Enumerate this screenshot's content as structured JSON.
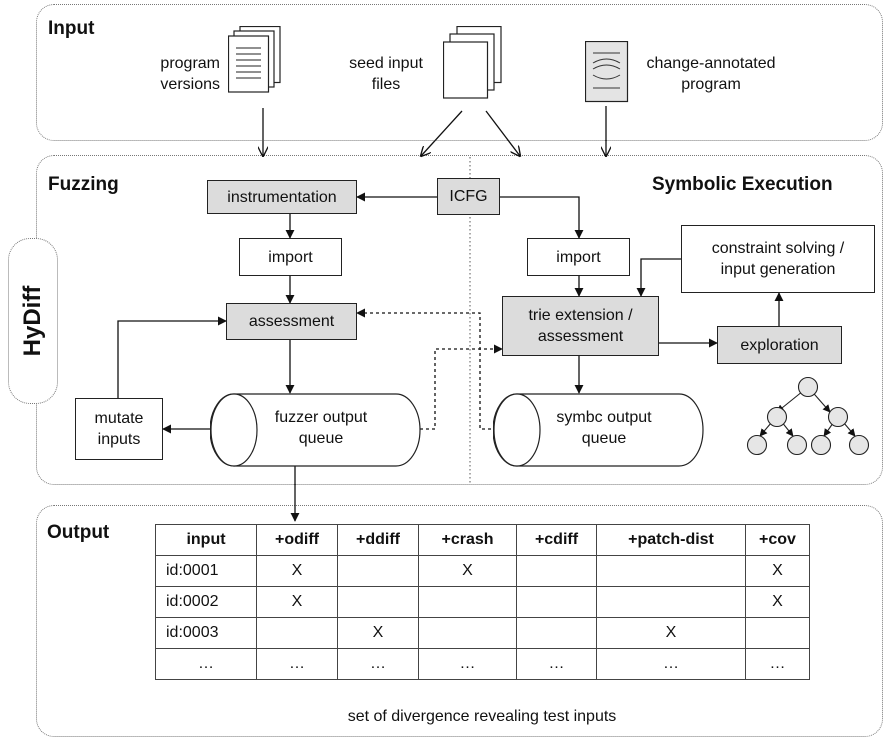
{
  "input_panel": {
    "title": "Input",
    "program_versions": [
      "program",
      "versions"
    ],
    "seed_input_files": [
      "seed input",
      "files"
    ],
    "change_annotated_program": [
      "change-annotated",
      "program"
    ]
  },
  "fuzzing": {
    "title": "Fuzzing",
    "instrumentation": "instrumentation",
    "import": "import",
    "assessment": "assessment",
    "mutate_inputs": [
      "mutate",
      "inputs"
    ],
    "queue": [
      "fuzzer output",
      "queue"
    ]
  },
  "icfg": "ICFG",
  "symbolic": {
    "title": "Symbolic Execution",
    "import": "import",
    "trie": [
      "trie extension /",
      "assessment"
    ],
    "constraint": [
      "constraint solving /",
      "input generation"
    ],
    "exploration": "exploration",
    "queue": [
      "symbc output",
      "queue"
    ]
  },
  "hydiff": "HyDiff",
  "output": {
    "title": "Output",
    "headers": [
      "input",
      "+odiff",
      "+ddiff",
      "+crash",
      "+cdiff",
      "+patch-dist",
      "+cov"
    ],
    "rows": [
      [
        "id:0001",
        "X",
        "",
        "X",
        "",
        "",
        "X"
      ],
      [
        "id:0002",
        "X",
        "",
        "",
        "",
        "",
        "X"
      ],
      [
        "id:0003",
        "",
        "X",
        "",
        "",
        "X",
        ""
      ],
      [
        "…",
        "…",
        "…",
        "…",
        "…",
        "…",
        "…"
      ]
    ],
    "caption": "set of divergence revealing test inputs"
  },
  "colors": {
    "gray_box": "#dcdcdc",
    "tree_node": "#e6e6e6",
    "border": "#222222"
  }
}
